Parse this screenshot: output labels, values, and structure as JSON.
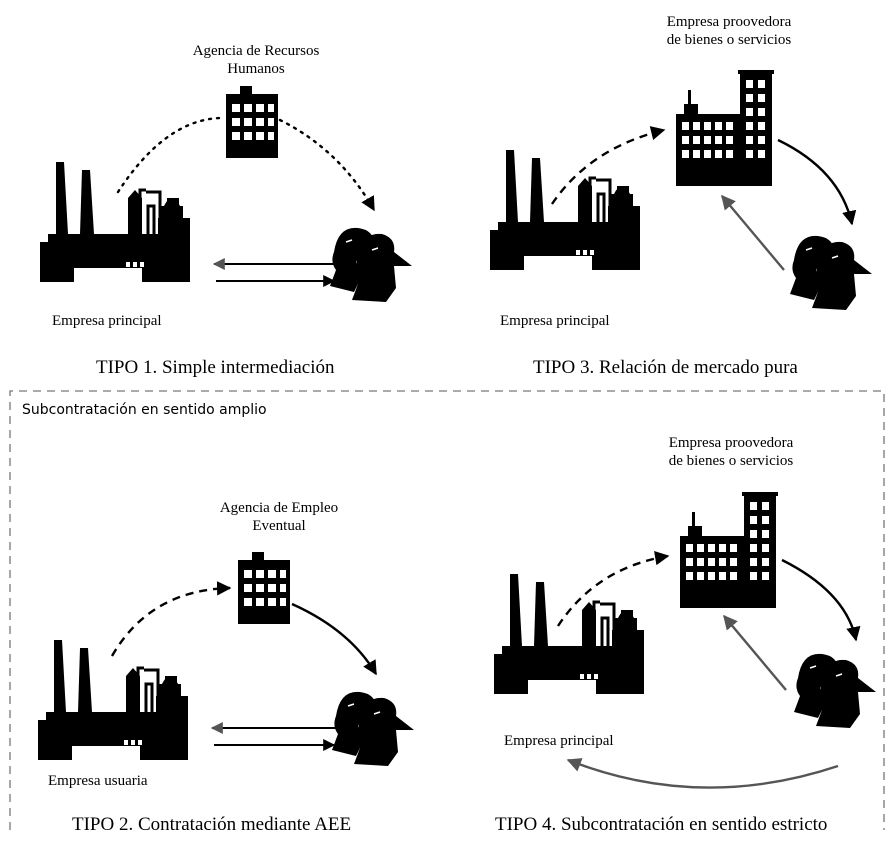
{
  "type1": {
    "agency": [
      "Agencia de Recursos",
      "Humanos"
    ],
    "company": "Empresa principal",
    "caption": "TIPO 1. Simple intermediación"
  },
  "type3": {
    "provider": [
      "Empresa proovedora",
      "de bienes o servicios"
    ],
    "company": "Empresa principal",
    "caption": "TIPO 3. Relación de mercado pura"
  },
  "region_label": "Subcontratación en sentido amplio",
  "type2": {
    "agency": [
      "Agencia de Empleo",
      "Eventual"
    ],
    "company": "Empresa usuaria",
    "caption": "TIPO 2. Contratación mediante AEE"
  },
  "type4": {
    "provider": [
      "Empresa proovedora",
      "de bienes o servicios"
    ],
    "company": "Empresa principal",
    "caption": "TIPO 4. Subcontratación en sentido estricto"
  },
  "colors": {
    "ink": "#000000",
    "gray_arrow": "#555555",
    "dashed_border": "#777777"
  }
}
